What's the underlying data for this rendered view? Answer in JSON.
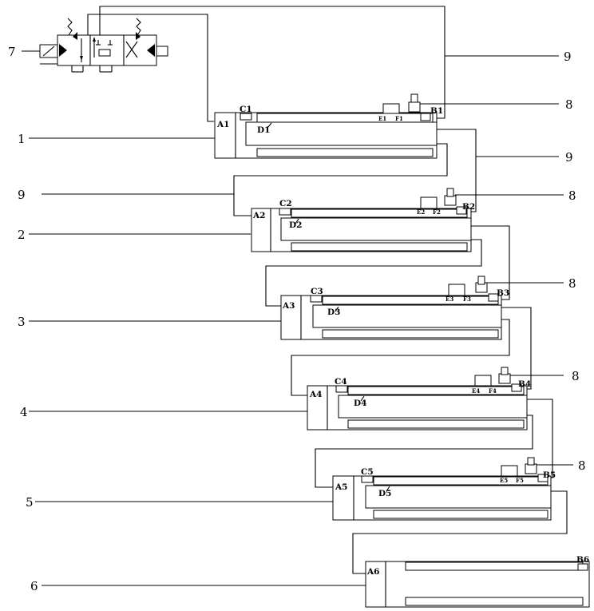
{
  "callouts": {
    "n1": "1",
    "n2": "2",
    "n3": "3",
    "n4": "4",
    "n5": "5",
    "n6": "6",
    "n7": "7",
    "n8a": "8",
    "n8b": "8",
    "n8c": "8",
    "n8d": "8",
    "n8e": "8",
    "n9a": "9",
    "n9b": "9",
    "n9c": "9"
  },
  "cylinders": [
    {
      "a": "A1",
      "b": "B1",
      "c": "C1",
      "d": "D1",
      "e": "E1",
      "f": "F1"
    },
    {
      "a": "A2",
      "b": "B2",
      "c": "C2",
      "d": "D2",
      "e": "E2",
      "f": "F2"
    },
    {
      "a": "A3",
      "b": "B3",
      "c": "C3",
      "d": "D3",
      "e": "E3",
      "f": "F3"
    },
    {
      "a": "A4",
      "b": "B4",
      "c": "C4",
      "d": "D4",
      "e": "E4",
      "f": "F4"
    },
    {
      "a": "A5",
      "b": "B5",
      "c": "C5",
      "d": "D5",
      "e": "E5",
      "f": "F5"
    },
    {
      "a": "A6",
      "b": "B6"
    }
  ]
}
